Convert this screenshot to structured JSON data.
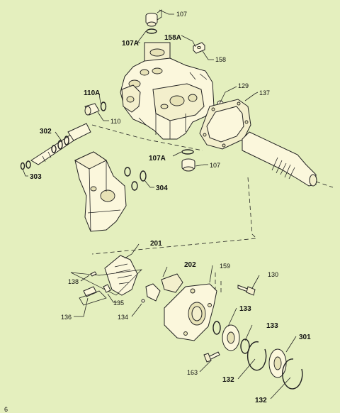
{
  "page_number": "6",
  "labels": {
    "l107_top": "107",
    "l107A_top": "107A",
    "l158A": "158A",
    "l158": "158",
    "l110A": "110A",
    "l110": "110",
    "l129": "129",
    "l137": "137",
    "l302": "302",
    "l303": "303",
    "l107A_mid": "107A",
    "l107_mid": "107",
    "l304": "304",
    "l201": "201",
    "l202": "202",
    "l159": "159",
    "l130": "130",
    "l138": "138",
    "l135": "135",
    "l136": "136",
    "l134": "134",
    "l133a": "133",
    "l133b": "133",
    "l301": "301",
    "l163": "163",
    "l132a": "132",
    "l132b": "132"
  }
}
